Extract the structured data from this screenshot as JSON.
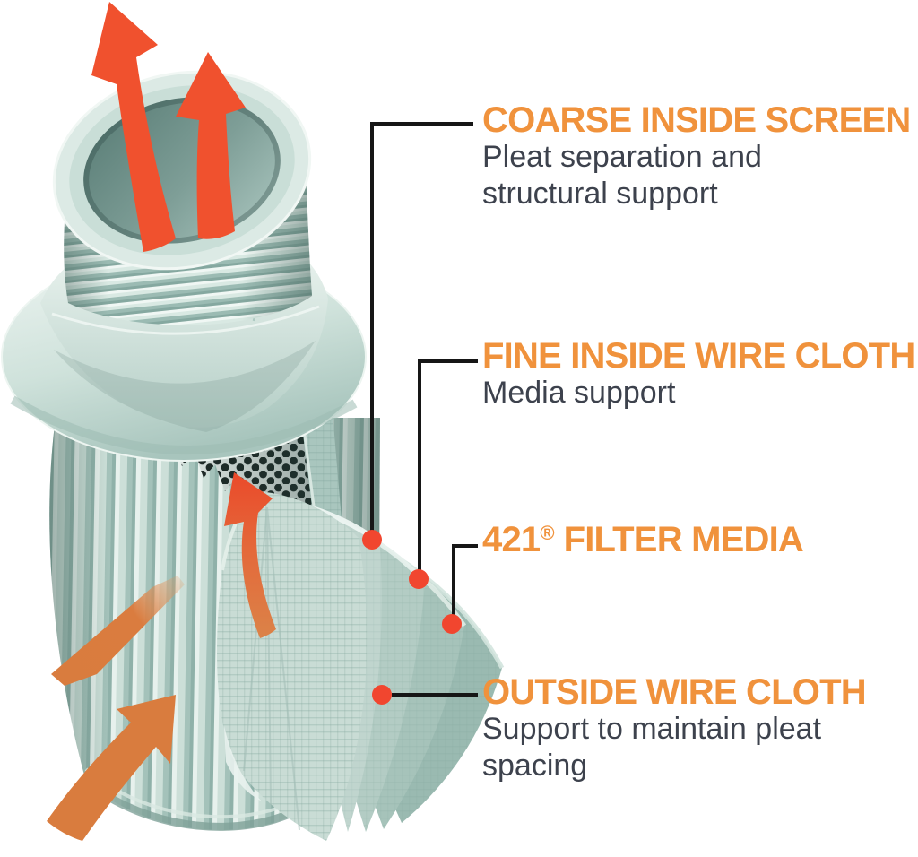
{
  "colors": {
    "heading_orange": "#F0923C",
    "body_text": "#3D424D",
    "callout_line": "#161616",
    "callout_dot": "#F1462F",
    "flow_arrow_red": "#F0512E",
    "flow_arrow_orange": "#D97C3E",
    "metal_highlight": "#EAF3EF",
    "metal_light": "#D7E7E1",
    "metal_mid": "#BCD4CC",
    "metal_shadow": "#9BBBB3",
    "metal_deep": "#7FA199"
  },
  "figure": {
    "icons": [
      "flow-arrow-icon",
      "callout-dot-icon",
      "perforated-screen-icon",
      "pleated-element-icon",
      "threaded-fitting-icon",
      "hex-nut-icon",
      "flange-icon",
      "peeled-layer-icon"
    ]
  },
  "callouts": [
    {
      "id": "coarse-inside-screen",
      "title": "COARSE INSIDE SCREEN",
      "description_line1": "Pleat separation and",
      "description_line2": "structural support"
    },
    {
      "id": "fine-inside-wire-cloth",
      "title": "FINE INSIDE WIRE CLOTH",
      "description_line1": "Media support",
      "description_line2": ""
    },
    {
      "id": "filter-media",
      "title_num": "421",
      "title_reg": "®",
      "title_rest": "FILTER MEDIA"
    },
    {
      "id": "outside-wire-cloth",
      "title": "OUTSIDE WIRE CLOTH",
      "description_line1": "Support to maintain pleat",
      "description_line2": "spacing"
    }
  ]
}
